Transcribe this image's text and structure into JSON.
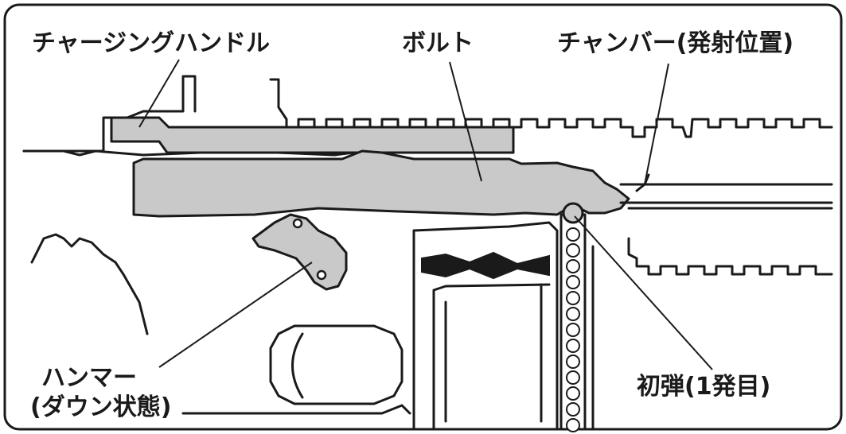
{
  "labels": {
    "charging_handle": "チャージングハンドル",
    "bolt": "ボルト",
    "chamber": "チャンバー(発射位置)",
    "hammer_line1": "ハンマー",
    "hammer_line2": "(ダウン状態)",
    "first_round": "初弾(1発目)"
  },
  "colors": {
    "part_fill": "#c9c9c9",
    "line": "#1a1a1a",
    "background": "#ffffff"
  }
}
